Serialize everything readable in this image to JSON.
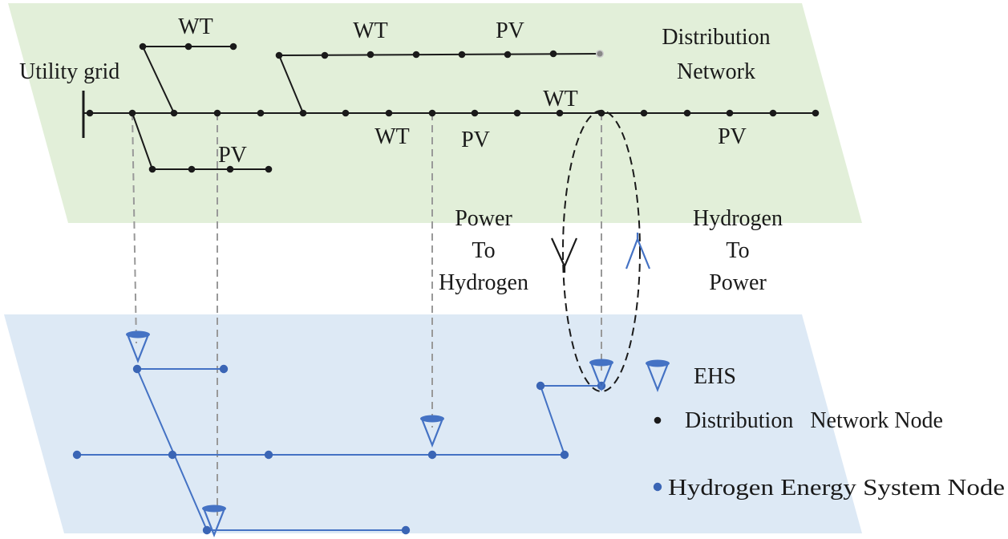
{
  "diagram": {
    "planes": {
      "distribution": {
        "label_line1": "Distribution",
        "label_line2": "Network",
        "color": "#e2efd9"
      },
      "hydrogen": {
        "color": "#dde9f5"
      }
    },
    "labels": {
      "utility_grid": "Utility grid",
      "wt": "WT",
      "pv": "PV",
      "p2h": [
        "Power",
        "To",
        "Hydrogen"
      ],
      "h2p": [
        "Hydrogen",
        "To",
        "Power"
      ]
    },
    "legend": {
      "ehs": "EHS",
      "dn_node": "Distribution   Network Node",
      "hes_node": "Hydrogen Energy System Node"
    },
    "colors": {
      "dn_line": "#1a1a1a",
      "hes_line": "#4472c4",
      "hes_node": "#3a65b5",
      "ehs": "#4472c4",
      "link": "#999999"
    }
  }
}
